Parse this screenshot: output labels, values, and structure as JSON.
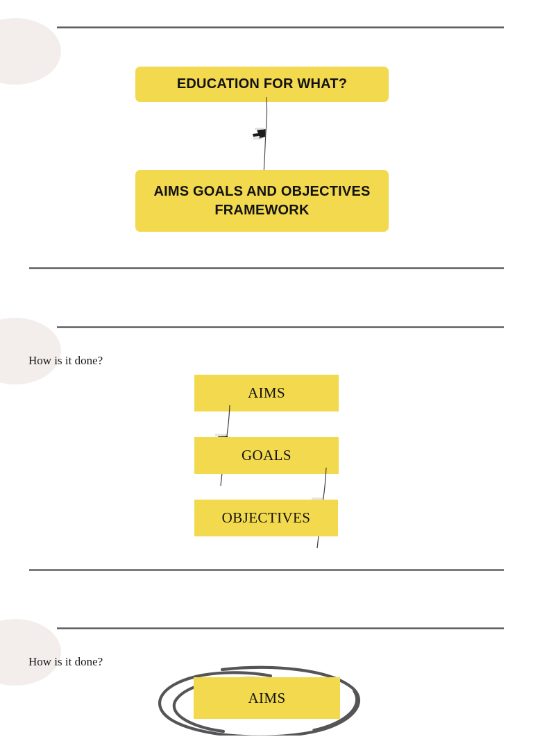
{
  "document": {
    "title": "Aims Goals and Objectives Framework",
    "background_color": "#ffffff",
    "accent_color": "#F2D94E",
    "rule_color": "#56565a",
    "circle_color": "#F3EEEB",
    "annotation_color": "#555558"
  },
  "slides": [
    {
      "id": "slide-1",
      "decoration_icon": "pale-circle",
      "boxes": [
        {
          "label": "EDUCATION FOR WHAT?",
          "style": "sans-bold"
        },
        {
          "label": "AIMS GOALS AND OBJECTIVES FRAMEWORK",
          "style": "sans-bold"
        }
      ],
      "connectors": [
        {
          "icon": "down-arrow-icon",
          "from": "EDUCATION FOR WHAT?",
          "to": "AIMS GOALS AND OBJECTIVES FRAMEWORK"
        }
      ]
    },
    {
      "id": "slide-2",
      "decoration_icon": "pale-circle",
      "question": "How is it done?",
      "boxes": [
        {
          "label": "AIMS",
          "style": "serif"
        },
        {
          "label": "GOALS",
          "style": "serif"
        },
        {
          "label": "OBJECTIVES",
          "style": "serif"
        }
      ],
      "connectors": [
        {
          "icon": "down-arrow-icon",
          "from": "AIMS",
          "to": "GOALS"
        },
        {
          "icon": "down-arrow-icon",
          "from": "GOALS",
          "to": "OBJECTIVES"
        }
      ]
    },
    {
      "id": "slide-3",
      "decoration_icon": "pale-circle",
      "question": "How is it done?",
      "boxes": [
        {
          "label": "AIMS",
          "style": "serif",
          "annotation": "hand-drawn-ellipse"
        }
      ]
    }
  ]
}
